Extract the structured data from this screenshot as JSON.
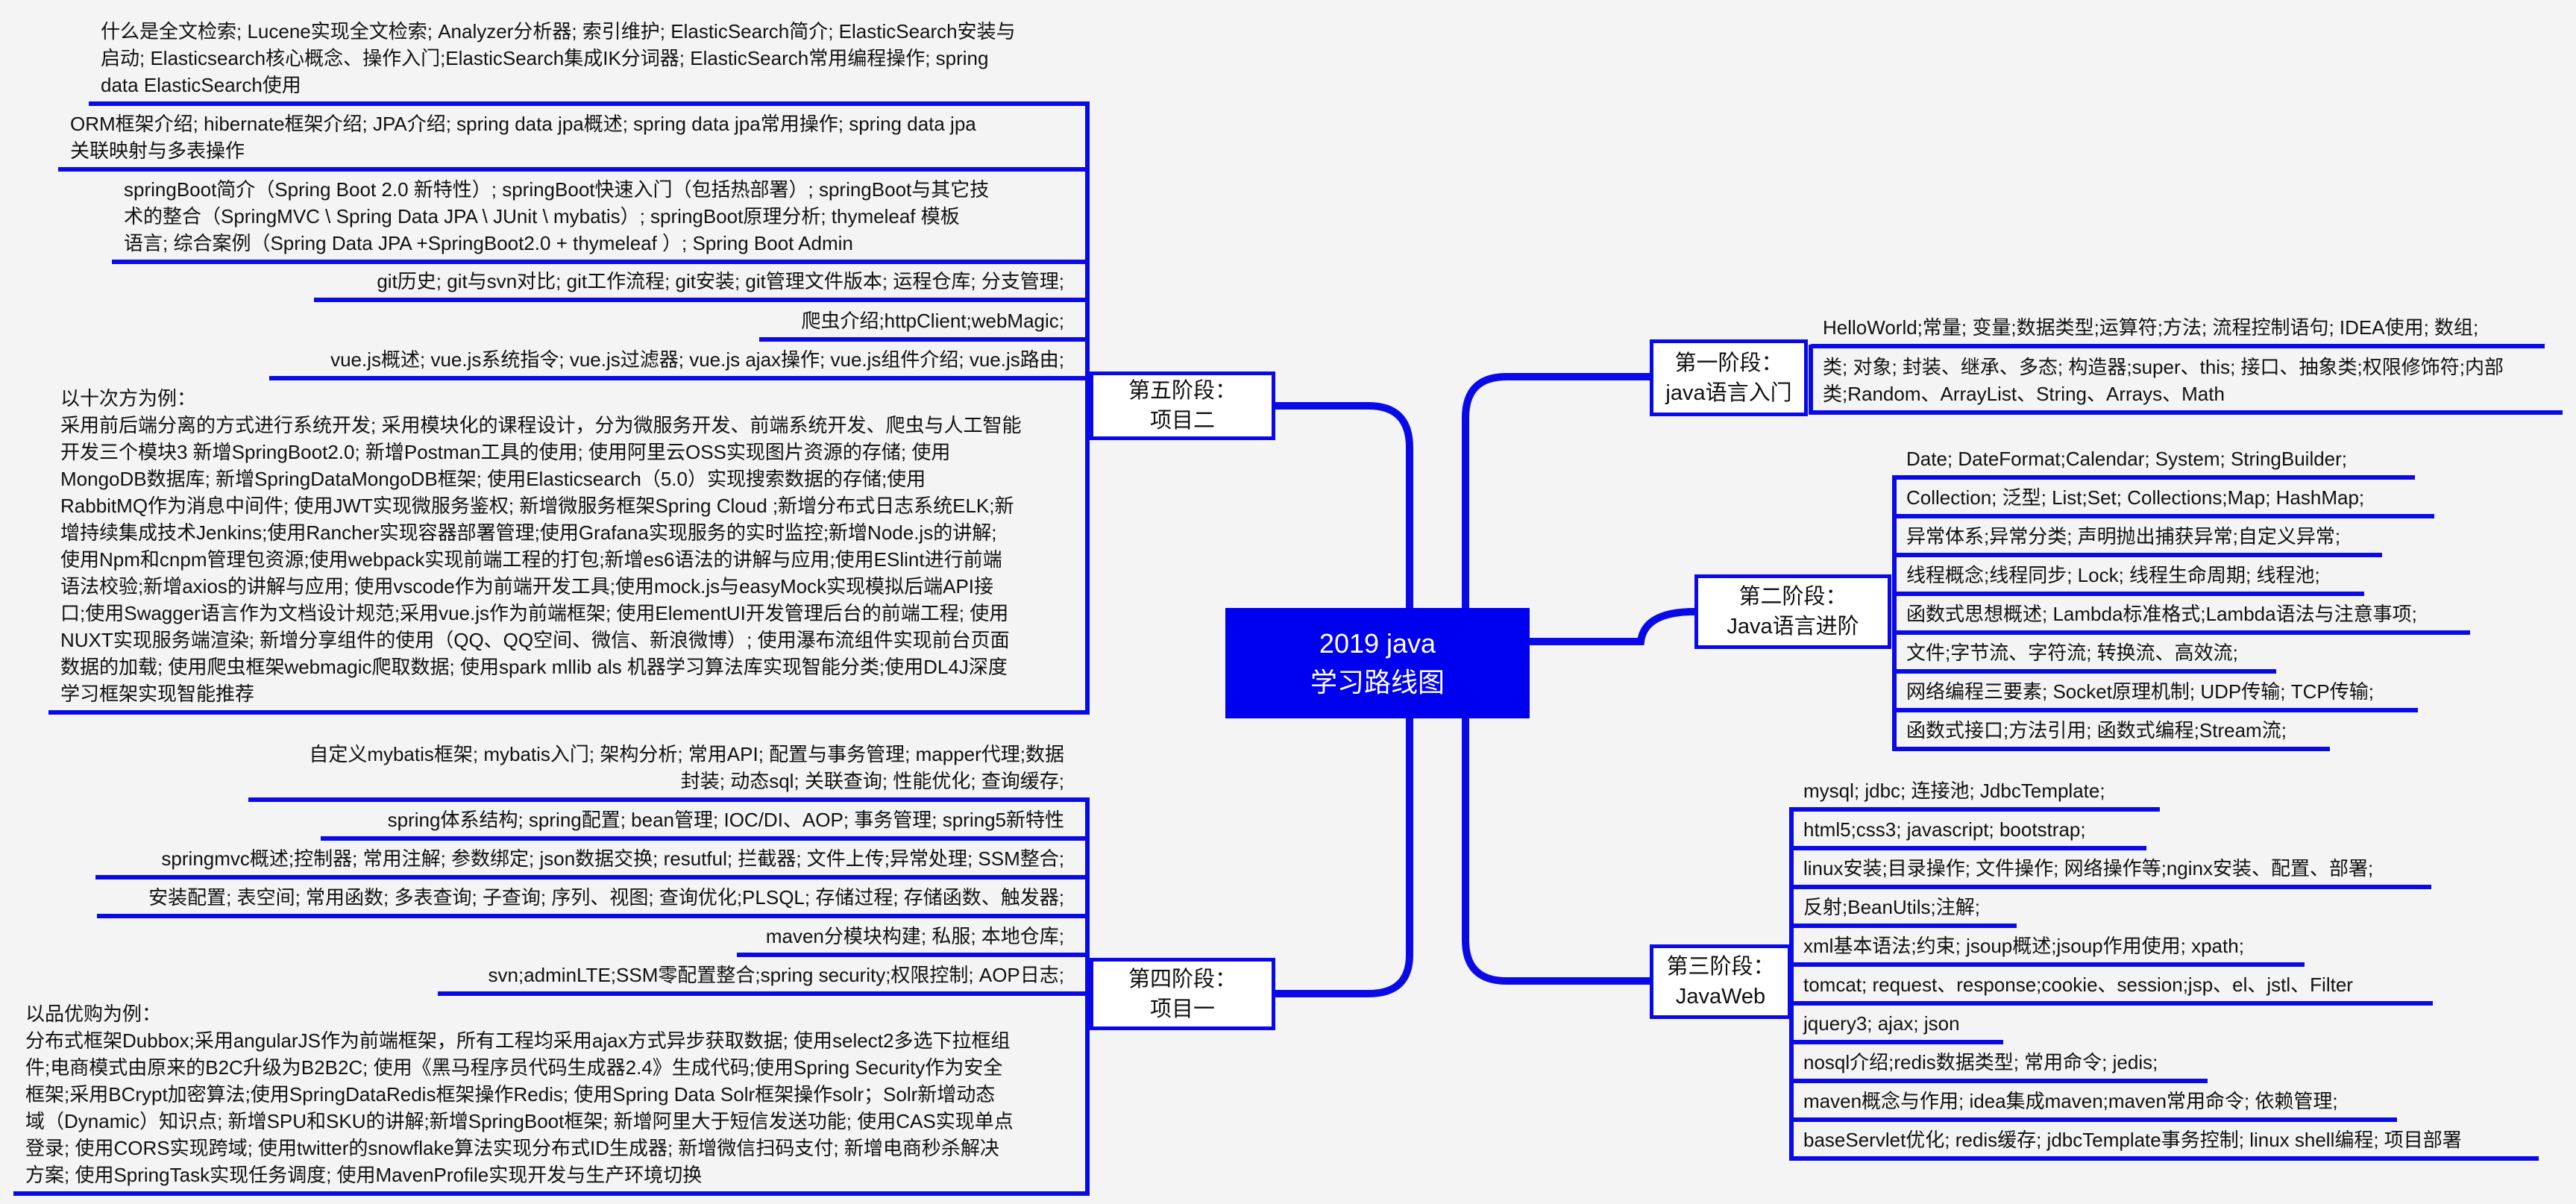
{
  "center": {
    "line1": "2019 java",
    "line2": "学习路线图"
  },
  "stage1": {
    "line1": "第一阶段：",
    "line2": "java语言入门",
    "items": [
      [
        "HelloWorld;常量; 变量;数据类型;运算符;方法; 流程控制语句; IDEA使用; 数组;"
      ],
      [
        "类; 对象; 封装、继承、多态; 构造器;super、this; 接口、抽象类;权限修饰符;内部",
        "类;Random、ArrayList、String、Arrays、Math"
      ]
    ]
  },
  "stage2": {
    "line1": "第二阶段：",
    "line2": "Java语言进阶",
    "items": [
      [
        "Date; DateFormat;Calendar; System; StringBuilder;"
      ],
      [
        "Collection; 泛型; List;Set; Collections;Map; HashMap;"
      ],
      [
        "异常体系;异常分类; 声明抛出捕获异常;自定义异常;"
      ],
      [
        "线程概念;线程同步; Lock; 线程生命周期; 线程池;"
      ],
      [
        "函数式思想概述; Lambda标准格式;Lambda语法与注意事项;"
      ],
      [
        "文件;字节流、字符流; 转换流、高效流;"
      ],
      [
        "网络编程三要素; Socket原理机制; UDP传输; TCP传输;"
      ],
      [
        "函数式接口;方法引用; 函数式编程;Stream流;"
      ]
    ]
  },
  "stage3": {
    "line1": "第三阶段：",
    "line2": "JavaWeb",
    "items": [
      [
        "mysql; jdbc; 连接池; JdbcTemplate;"
      ],
      [
        "html5;css3; javascript; bootstrap;"
      ],
      [
        "linux安装;目录操作; 文件操作; 网络操作等;nginx安装、配置、部署;"
      ],
      [
        "反射;BeanUtils;注解;"
      ],
      [
        "xml基本语法;约束; jsoup概述;jsoup作用使用; xpath;"
      ],
      [
        "tomcat; request、response;cookie、session;jsp、el、jstl、Filter"
      ],
      [
        "jquery3; ajax; json"
      ],
      [
        "nosql介绍;redis数据类型; 常用命令; jedis;"
      ],
      [
        "maven概念与作用; idea集成maven;maven常用命令; 依赖管理;"
      ],
      [
        "baseServlet优化; redis缓存; jdbcTemplate事务控制; linux shell编程; 项目部署"
      ]
    ]
  },
  "stage4": {
    "line1": "第四阶段：",
    "line2": "项目一",
    "items": [
      [
        "自定义mybatis框架; mybatis入门; 架构分析; 常用API; 配置与事务管理; mapper代理;数据",
        "封装; 动态sql; 关联查询; 性能优化; 查询缓存;"
      ],
      [
        "spring体系结构; spring配置; bean管理; IOC/DI、AOP; 事务管理; spring5新特性"
      ],
      [
        "springmvc概述;控制器; 常用注解; 参数绑定; json数据交换; resutful; 拦截器; 文件上传;异常处理; SSM整合;"
      ],
      [
        "安装配置; 表空间; 常用函数; 多表查询; 子查询; 序列、视图; 查询优化;PLSQL; 存储过程; 存储函数、触发器;"
      ],
      [
        "maven分模块构建; 私服; 本地仓库;"
      ],
      [
        "svn;adminLTE;SSM零配置整合;spring security;权限控制; AOP日志;"
      ],
      [
        "以品优购为例：",
        "分布式框架Dubbox;采用angularJS作为前端框架，所有工程均采用ajax方式异步获取数据; 使用select2多选下拉框组",
        "件;电商模式由原来的B2C升级为B2B2C; 使用《黑马程序员代码生成器2.4》生成代码;使用Spring Security作为安全",
        "框架;采用BCrypt加密算法;使用SpringDataRedis框架操作Redis; 使用Spring Data Solr框架操作solr；Solr新增动态",
        "域（Dynamic）知识点; 新增SPU和SKU的讲解;新增SpringBoot框架; 新增阿里大于短信发送功能; 使用CAS实现单点",
        "登录; 使用CORS实现跨域; 使用twitter的snowflake算法实现分布式ID生成器; 新增微信扫码支付; 新增电商秒杀解决",
        "方案; 使用SpringTask实现任务调度; 使用MavenProfile实现开发与生产环境切换"
      ]
    ]
  },
  "stage5": {
    "line1": "第五阶段：",
    "line2": "项目二",
    "items": [
      [
        "什么是全文检索; Lucene实现全文检索; Analyzer分析器; 索引维护; ElasticSearch简介; ElasticSearch安装与",
        "启动; Elasticsearch核心概念、操作入门;ElasticSearch集成IK分词器; ElasticSearch常用编程操作; spring",
        "data ElasticSearch使用"
      ],
      [
        "ORM框架介绍; hibernate框架介绍; JPA介绍; spring data jpa概述; spring data jpa常用操作; spring data jpa",
        "关联映射与多表操作"
      ],
      [
        "springBoot简介（Spring Boot 2.0 新特性）; springBoot快速入门（包括热部署）; springBoot与其它技",
        "术的整合（SpringMVC \\ Spring Data JPA \\ JUnit \\  mybatis）; springBoot原理分析; thymeleaf 模板",
        "语言; 综合案例（Spring Data JPA +SpringBoot2.0  + thymeleaf  ）; Spring Boot Admin"
      ],
      [
        "git历史; git与svn对比; git工作流程; git安装; git管理文件版本; 运程仓库; 分支管理;"
      ],
      [
        "爬虫介绍;httpClient;webMagic;"
      ],
      [
        "vue.js概述; vue.js系统指令; vue.js过滤器; vue.js ajax操作; vue.js组件介绍; vue.js路由;"
      ],
      [
        "以十次方为例：",
        "采用前后端分离的方式进行系统开发; 采用模块化的课程设计，分为微服务开发、前端系统开发、爬虫与人工智能",
        "开发三个模块3 新增SpringBoot2.0; 新增Postman工具的使用; 使用阿里云OSS实现图片资源的存储; 使用",
        "MongoDB数据库; 新增SpringDataMongoDB框架; 使用Elasticsearch（5.0）实现搜索数据的存储;使用",
        "RabbitMQ作为消息中间件; 使用JWT实现微服务鉴权; 新增微服务框架Spring Cloud ;新增分布式日志系统ELK;新",
        "增持续集成技术Jenkins;使用Rancher实现容器部署管理;使用Grafana实现服务的实时监控;新增Node.js的讲解;",
        "使用Npm和cnpm管理包资源;使用webpack实现前端工程的打包;新增es6语法的讲解与应用;使用ESlint进行前端",
        "语法校验;新增axios的讲解与应用; 使用vscode作为前端开发工具;使用mock.js与easyMock实现模拟后端API接",
        "口;使用Swagger语言作为文档设计规范;采用vue.js作为前端框架; 使用ElementUI开发管理后台的前端工程; 使用",
        "NUXT实现服务端渲染; 新增分享组件的使用（QQ、QQ空间、微信、新浪微博）; 使用瀑布流组件实现前台页面",
        "数据的加载; 使用爬虫框架webmagic爬取数据; 使用spark mllib als 机器学习算法库实现智能分类;使用DL4J深度",
        "学习框架实现智能推荐"
      ]
    ]
  },
  "colors": {
    "branch": "#0a0ae8",
    "center_fill": "#0000f0",
    "background": "#f4f4f4"
  }
}
